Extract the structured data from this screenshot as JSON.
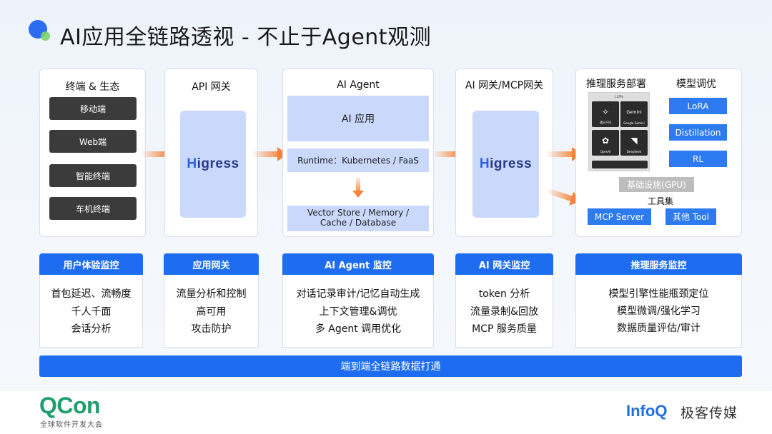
{
  "title": "AI应用全链路透视 - 不止于Agent观测",
  "terminals": {
    "title": "终端 & 生态",
    "items": [
      "移动端",
      "Web端",
      "智能终端",
      "车机终端"
    ]
  },
  "api_gateway": {
    "title": "API 网关",
    "logo_h": "H",
    "logo_rest": "igress"
  },
  "ai_agent": {
    "title": "AI Agent",
    "app": "AI 应用",
    "runtime": "Runtime：Kubernetes / FaaS",
    "storage": "Vector Store / Memory / Cache / Database"
  },
  "ai_gateway": {
    "title": "AI 网关/MCP网关",
    "logo_h": "H",
    "logo_rest": "igress"
  },
  "inference": {
    "deploy_title": "推理服务部署",
    "tuning_title": "模型调优",
    "llms_title": "LLMs",
    "llms": [
      "通义千问",
      "Google Gemini",
      "OpenAI",
      "DeepSeek"
    ],
    "llm_top_right": "Gemini",
    "tuning_items": [
      "LoRA",
      "Distillation",
      "RL"
    ],
    "infra": "基础设施(GPU)",
    "tools_title": "工具集",
    "tools": [
      "MCP Server",
      "其他 Tool"
    ]
  },
  "monitoring": [
    {
      "title": "用户体验监控",
      "items": [
        "首包延迟、流畅度",
        "千人千面",
        "会话分析"
      ]
    },
    {
      "title": "应用网关",
      "items": [
        "流量分析和控制",
        "高可用",
        "攻击防护"
      ]
    },
    {
      "title": "AI Agent 监控",
      "items": [
        "对话记录审计/记忆自动生成",
        "上下文管理&调优",
        "多 Agent 调用优化"
      ]
    },
    {
      "title": "AI 网关监控",
      "items": [
        "token 分析",
        "流量录制&回放",
        "MCP 服务质量"
      ]
    },
    {
      "title": "推理服务监控",
      "items": [
        "模型引擎性能瓶颈定位",
        "模型微调/强化学习",
        "数据质量评估/审计"
      ]
    }
  ],
  "bottom_bar": "端到端全链路数据打通",
  "footer": {
    "qcon": "QCon",
    "qcon_sub": "全球软件开发大会",
    "infoq": "InfoQ",
    "infoq_cn": "极客传媒"
  },
  "colors": {
    "primary_blue": "#1e6df0",
    "panel_blue": "#c9d8fb",
    "arrow_orange": "#f3833c",
    "qcon_green": "#1f9d6a"
  }
}
